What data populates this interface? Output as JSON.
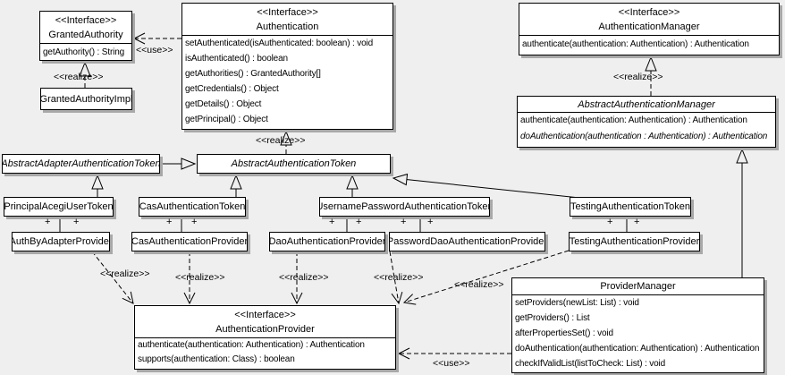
{
  "colors": {
    "background": "#efefef",
    "box_fill": "#ffffff",
    "box_border": "#000000",
    "shadow": "#a8a8a8"
  },
  "labels": {
    "realize": "<<realize>>",
    "use": "<<use>>",
    "plus": "+"
  },
  "classes": {
    "granted_authority": {
      "stereotype": "<<Interface>>",
      "name": "GrantedAuthority",
      "methods": [
        "getAuthority() : String"
      ]
    },
    "granted_authority_impl": {
      "name": "GrantedAuthorityImpl"
    },
    "authentication": {
      "stereotype": "<<Interface>>",
      "name": "Authentication",
      "methods": [
        "setAuthenticated(isAuthenticated: boolean) : void",
        "isAuthenticated() : boolean",
        "getAuthorities() : GrantedAuthority[]",
        "getCredentials() : Object",
        "getDetails() : Object",
        "getPrincipal() : Object"
      ]
    },
    "authentication_manager": {
      "stereotype": "<<Interface>>",
      "name": "AuthenticationManager",
      "methods": [
        "authenticate(authentication: Authentication) : Authentication"
      ]
    },
    "abstract_authentication_manager": {
      "name": "AbstractAuthenticationManager",
      "methods": [
        "authenticate(authentication: Authentication) : Authentication",
        "doAuthentication(authentication : Authentication) : Authentication"
      ]
    },
    "abstract_adapter_authentication_token": {
      "name": "AbstractAdapterAuthenticationToken"
    },
    "abstract_authentication_token": {
      "name": "AbstractAuthenticationToken"
    },
    "principal_acegi_user_token": {
      "name": "PrincipalAcegiUserToken"
    },
    "cas_authentication_token": {
      "name": "CasAuthenticationToken"
    },
    "username_password_authentication_token": {
      "name": "UsernamePasswordAuthenticationToken"
    },
    "testing_authentication_token": {
      "name": "TestingAuthenticationToken"
    },
    "auth_by_adapter_provider": {
      "name": "AuthByAdapterProvider"
    },
    "cas_authentication_provider": {
      "name": "CasAuthenticationProvider"
    },
    "dao_authentication_provider": {
      "name": "DaoAuthenticationProvider"
    },
    "password_dao_authentication_provider": {
      "name": "PasswordDaoAuthenticationProvider"
    },
    "testing_authentication_provider": {
      "name": "TestingAuthenticationProvider"
    },
    "authentication_provider": {
      "stereotype": "<<Interface>>",
      "name": "AuthenticationProvider",
      "methods": [
        "authenticate(authentication: Authentication) : Authentication",
        "supports(authentication: Class) : boolean"
      ]
    },
    "provider_manager": {
      "name": "ProviderManager",
      "methods": [
        "setProviders(newList: List) : void",
        "getProviders() : List",
        "afterPropertiesSet() : void",
        "doAuthentication(authentication: Authentication) : Authentication",
        "checkIfValidList(listToCheck: List) : void"
      ]
    }
  }
}
